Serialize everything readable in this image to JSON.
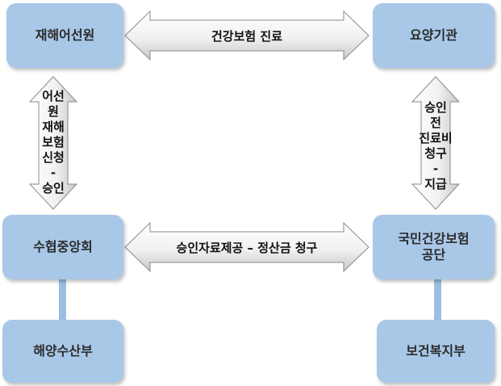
{
  "nodes": {
    "fishermen": "재해어선원",
    "medical_institution": "요양기관",
    "suhyup": "수협중앙회",
    "nhis": "국민건강보험\n공단",
    "mof": "해양수산부",
    "mohw": "보건복지부"
  },
  "arrows": {
    "top": "건강보험 진료",
    "middle": "승인자료제공 – 정산금 청구",
    "left_lines": [
      "어선",
      "원",
      "재해",
      "보험",
      "신청",
      "-",
      "승인"
    ],
    "right_lines": [
      "승인",
      "전",
      "진료비",
      "청구",
      "-",
      "지급"
    ]
  }
}
